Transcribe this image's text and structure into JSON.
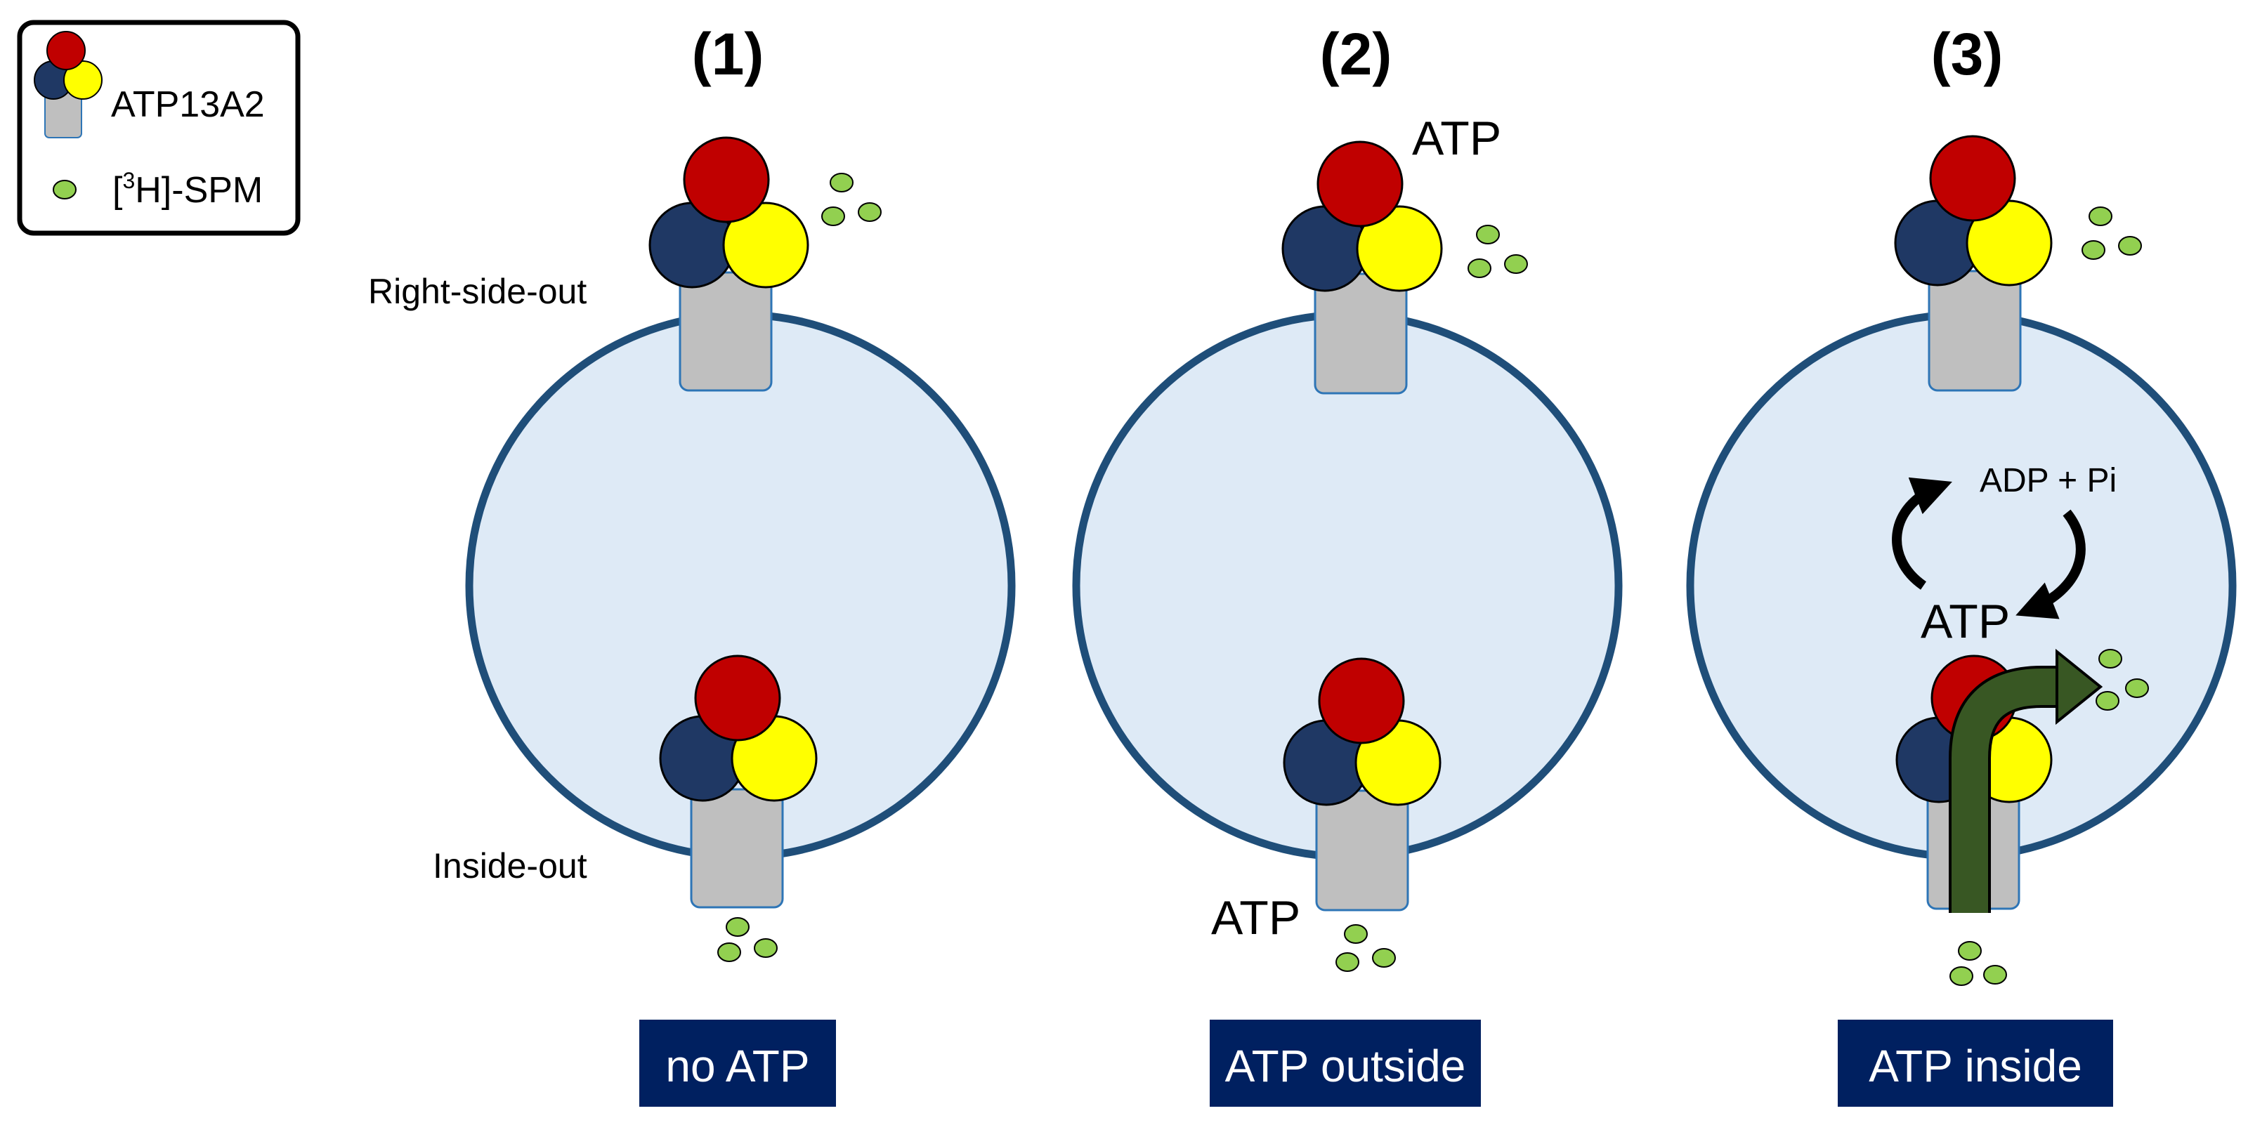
{
  "legend": {
    "protein_label": "ATP13A2",
    "substrate_label_pre": "[",
    "substrate_label_sup": "3",
    "substrate_label_post": "H]-SPM"
  },
  "panels": [
    {
      "number": "(1)",
      "condition": "no ATP",
      "top_label": "Right-side-out",
      "bottom_label": "Inside-out"
    },
    {
      "number": "(2)",
      "condition": "ATP outside",
      "atp_top": "ATP",
      "atp_bottom": "ATP"
    },
    {
      "number": "(3)",
      "condition": "ATP inside",
      "atp_cycle": "ATP",
      "adp_cycle": "ADP + Pi"
    }
  ],
  "colors": {
    "red_domain": "#c00000",
    "navy_domain": "#1f3864",
    "yellow_domain": "#ffff00",
    "stalk": "#bfbfbf",
    "vesicle_fill": "#deeaf6",
    "vesicle_stroke": "#1f4e79",
    "spm": "#92d050",
    "condition_box": "#002060",
    "transport_arrow": "#385723"
  }
}
